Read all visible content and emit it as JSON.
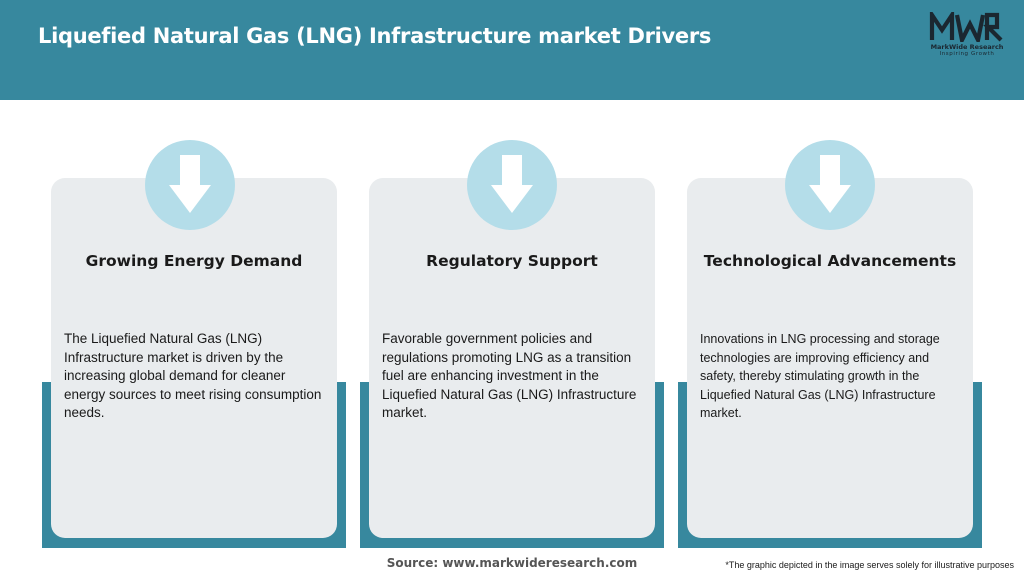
{
  "header": {
    "title": "Liquefied Natural Gas (LNG) Infrastructure market Drivers",
    "logo": {
      "mark": "MWR",
      "name": "MarkWide Research",
      "tagline": "Inspiring Growth"
    }
  },
  "cards": [
    {
      "icon": "down-arrow-icon",
      "title": "Growing Energy Demand",
      "body": "The Liquefied Natural Gas (LNG) Infrastructure market is driven by the increasing global demand for cleaner energy sources to meet rising consumption needs."
    },
    {
      "icon": "down-arrow-icon",
      "title": "Regulatory Support",
      "body": "Favorable government policies and regulations promoting LNG as a transition fuel are enhancing investment in the Liquefied Natural Gas (LNG) Infrastructure market."
    },
    {
      "icon": "down-arrow-icon",
      "title": "Technological Advancements",
      "body": "Innovations in LNG processing and storage technologies are improving efficiency and safety, thereby stimulating growth in the Liquefied Natural Gas (LNG) Infrastructure market."
    }
  ],
  "footer": {
    "source": "Source: www.markwideresearch.com",
    "disclaimer": "*The graphic depicted in the image serves solely for illustrative purposes"
  },
  "colors": {
    "header": "#37889e",
    "card": "#e9ecee",
    "icon_circle": "#b4dde9",
    "arrow": "#ffffff"
  }
}
